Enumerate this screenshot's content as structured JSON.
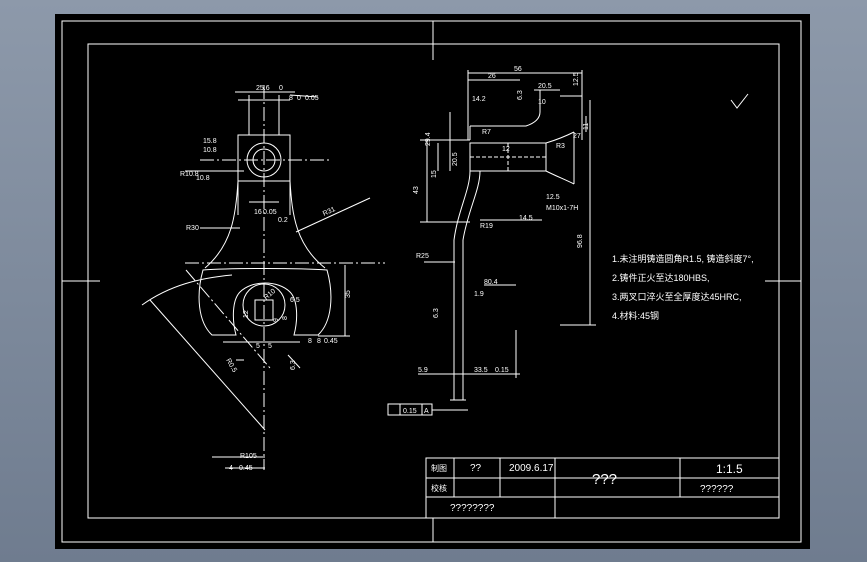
{
  "drawing": {
    "left_view": {
      "dims": [
        "25.6",
        "0",
        "8",
        "0",
        "0.05",
        "15.8",
        "10.8",
        "10.8",
        "R30",
        "R31",
        "R10.8",
        "16",
        "0.05",
        "0.2",
        "12",
        "8",
        "R10",
        "9",
        "5",
        "R0.5",
        "35",
        "5",
        "8",
        "8",
        "0.45",
        "6.3",
        "R105",
        "4",
        "0.45",
        "6.5"
      ]
    },
    "right_view": {
      "dims": [
        "56",
        "26",
        "20.5",
        "12.5",
        "14.2",
        "6.3",
        "10",
        "R7",
        "29.4",
        "20.5",
        "43",
        "15",
        "12",
        "R3",
        "27",
        "11",
        "12.5",
        "M10x1-7H",
        "14.5",
        "R19",
        "96.8",
        "R25",
        "80.4",
        "1.9",
        "6.3",
        "5.9",
        "33.5",
        "0.15",
        "0.15",
        "A"
      ]
    },
    "tech_notes": [
      "1.未注明铸造圆角R1.5, 铸造斜度7°,",
      "2.铸件正火至达180HBS,",
      "3.两叉口淬火至全厚度达45HRC,",
      "4.材料:45钢"
    ],
    "title_block": {
      "draw_label": "制图",
      "draw_name": "??",
      "draw_date": "2009.6.17",
      "part_name": "???",
      "scale": "1:1.5",
      "check_label": "校核",
      "code": "??????",
      "school": "????????"
    }
  }
}
